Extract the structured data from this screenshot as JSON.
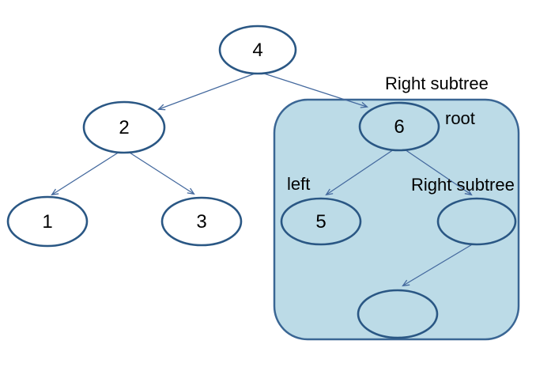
{
  "diagram": {
    "type": "binary-search-tree",
    "nodes": {
      "n4": {
        "label": "4"
      },
      "n2": {
        "label": "2"
      },
      "n1": {
        "label": "1"
      },
      "n3": {
        "label": "3"
      },
      "n6": {
        "label": "6"
      },
      "n5": {
        "label": "5"
      },
      "n_right_child": {
        "label": ""
      },
      "n_right_grandchild": {
        "label": ""
      }
    },
    "labels": {
      "right_subtree_outer": "Right subtree",
      "root": "root",
      "left": "left",
      "right_subtree_inner": "Right subtree"
    },
    "edges": [
      {
        "from": "n4",
        "to": "n2"
      },
      {
        "from": "n4",
        "to": "n6"
      },
      {
        "from": "n2",
        "to": "n1"
      },
      {
        "from": "n2",
        "to": "n3"
      },
      {
        "from": "n6",
        "to": "n5"
      },
      {
        "from": "n6",
        "to": "n_right_child"
      },
      {
        "from": "n_right_child",
        "to": "n_right_grandchild"
      }
    ]
  },
  "colors": {
    "background": "#FFFFFF",
    "node_stroke": "#2A5784",
    "node_fill": "#FFFFFF",
    "arrow": "#44699E",
    "region_fill": "#BCDBE7",
    "region_stroke": "#3A6694",
    "text": "#000000"
  }
}
